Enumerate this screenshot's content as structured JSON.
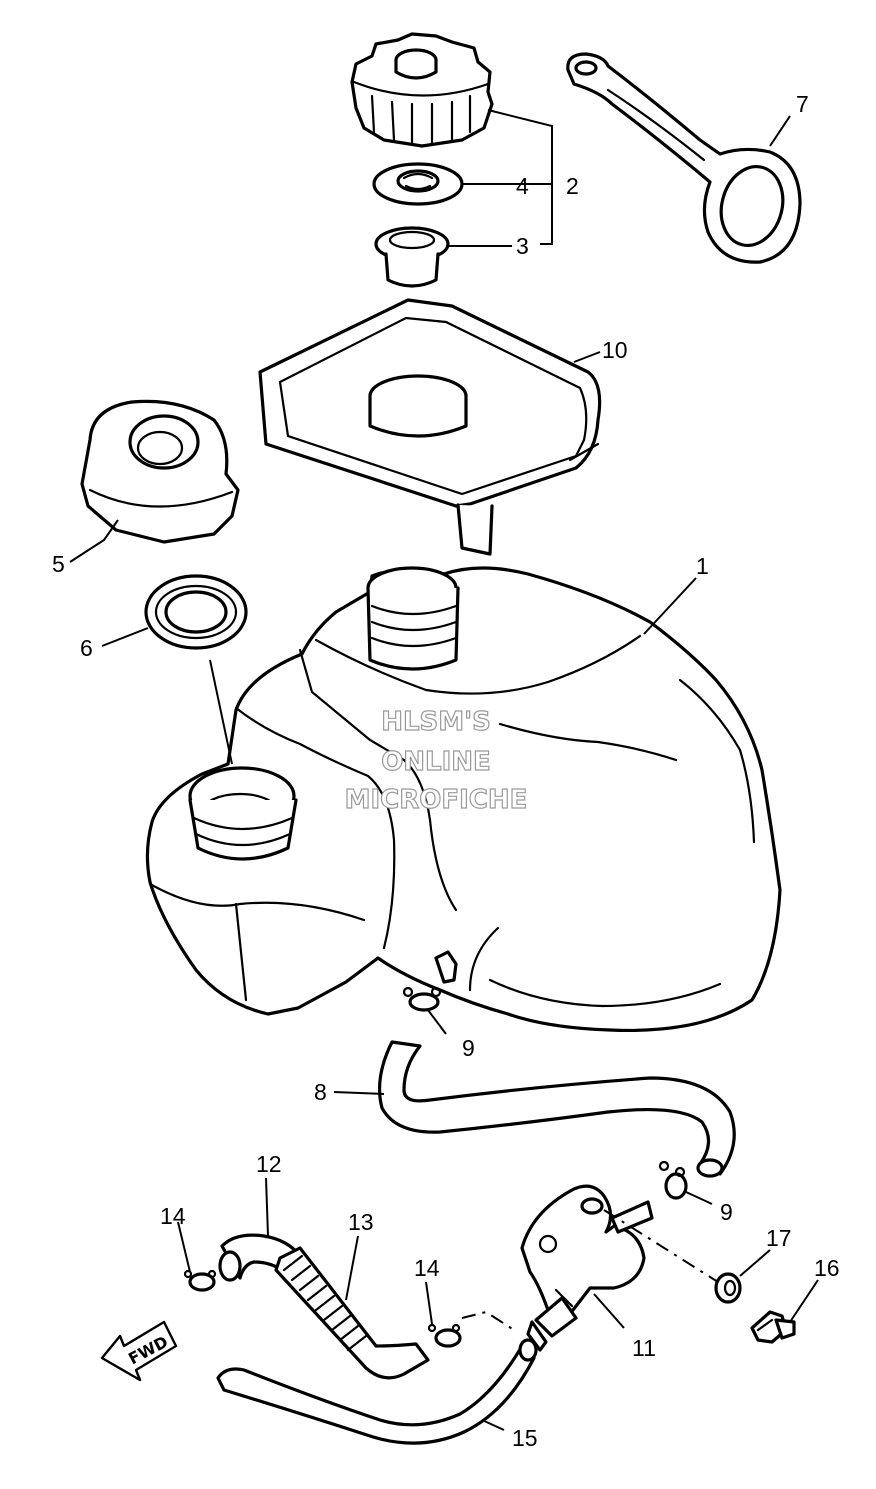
{
  "watermark": {
    "line1": "HLSM'S",
    "line2": "ONLINE",
    "line3": "MICROFICHE"
  },
  "direction_arrow": {
    "label": "FWD",
    "icon": "fwd-arrow-icon"
  },
  "callouts": {
    "c1": "1",
    "c2": "2",
    "c3": "3",
    "c4": "4",
    "c5": "5",
    "c6": "6",
    "c7": "7",
    "c8": "8",
    "c9a": "9",
    "c9b": "9",
    "c10": "10",
    "c11": "11",
    "c12": "12",
    "c13": "13",
    "c14a": "14",
    "c14b": "14",
    "c15": "15",
    "c16": "16",
    "c17": "17"
  },
  "colors": {
    "line": "#000000",
    "background": "#ffffff",
    "watermark": "#9a9a9a"
  }
}
